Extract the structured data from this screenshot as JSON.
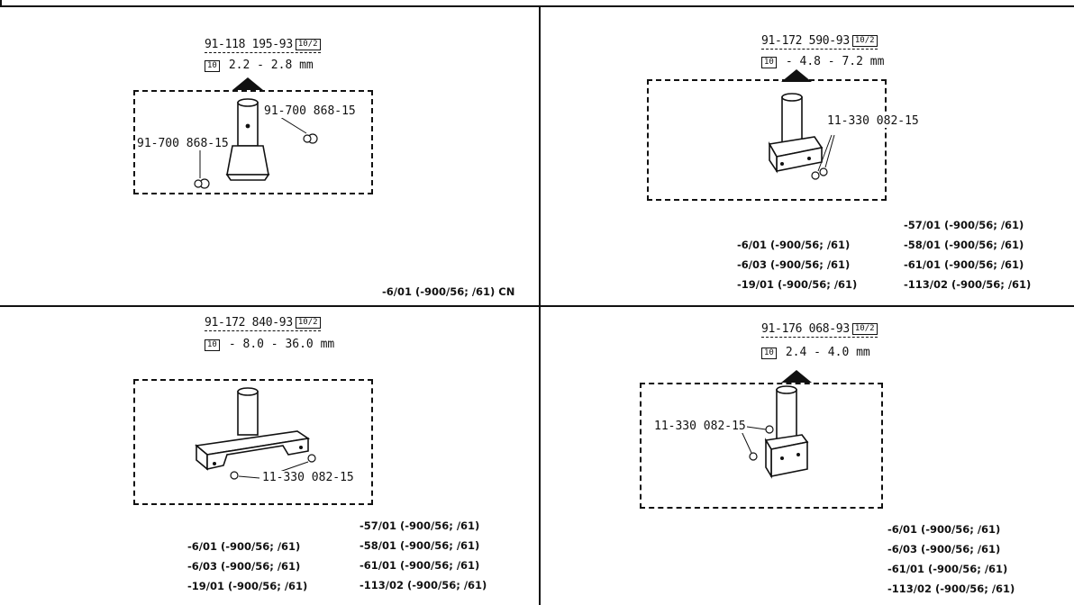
{
  "panels": [
    {
      "part_number": "91-118 195-93",
      "tag": "10/2",
      "symbol": "10",
      "range": "2.2 - 2.8 mm",
      "callouts": [
        "91-700 868-15",
        "91-700 868-15"
      ],
      "codes_left": [],
      "codes_right": [
        "-6/01 (-900/56; /61) CN"
      ]
    },
    {
      "part_number": "91-172 590-93",
      "tag": "10/2",
      "symbol": "10",
      "range": "- 4.8 - 7.2 mm",
      "callouts": [
        "11-330 082-15"
      ],
      "codes_left": [
        "-6/01 (-900/56; /61)",
        "-6/03 (-900/56; /61)",
        "-19/01 (-900/56; /61)"
      ],
      "codes_right": [
        "-57/01 (-900/56; /61)",
        "-58/01 (-900/56; /61)",
        "-61/01 (-900/56; /61)",
        "-113/02 (-900/56; /61)"
      ]
    },
    {
      "part_number": "91-172 840-93",
      "tag": "10/2",
      "symbol": "10",
      "range": "- 8.0 - 36.0 mm",
      "callouts": [
        "11-330 082-15"
      ],
      "codes_left": [
        "-6/01 (-900/56; /61)",
        "-6/03 (-900/56; /61)",
        "-19/01 (-900/56; /61)"
      ],
      "codes_right": [
        "-57/01 (-900/56; /61)",
        "-58/01 (-900/56; /61)",
        "-61/01 (-900/56; /61)",
        "-113/02 (-900/56; /61)"
      ]
    },
    {
      "part_number": "91-176 068-93",
      "tag": "10/2",
      "symbol": "10",
      "range": "2.4 - 4.0 mm",
      "callouts": [
        "11-330 082-15"
      ],
      "codes_left": [],
      "codes_right": [
        "-6/01 (-900/56; /61)",
        "-6/03 (-900/56; /61)",
        "-61/01 (-900/56; /61)",
        "-113/02 (-900/56; /61)"
      ]
    }
  ]
}
